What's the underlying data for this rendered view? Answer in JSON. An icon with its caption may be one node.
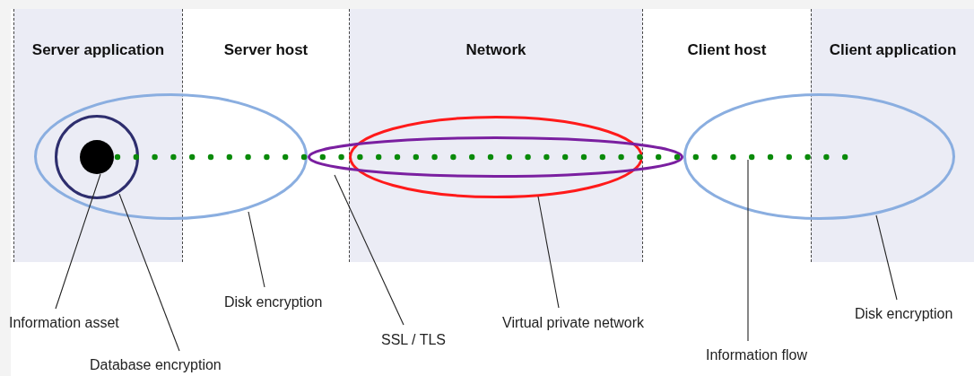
{
  "diagram": {
    "nodes": [
      {
        "text": [
          "Server application"
        ]
      },
      {
        "text": [
          "Server host"
        ]
      },
      {
        "text": [
          "Network"
        ]
      },
      {
        "text": [
          "Client host"
        ]
      },
      {
        "text": [
          "Client application"
        ]
      },
      {
        "text": [],
        "shape": "dot",
        "in": 6
      },
      {
        "text": [],
        "shape": "circle"
      },
      {
        "text": [],
        "shape": "ellipse"
      },
      {
        "text": [],
        "shape": "ellipse"
      },
      {
        "text": [],
        "shape": "ellipse",
        "in": 2
      },
      {
        "text": [],
        "shape": "ellipse"
      },
      {
        "text": [],
        "shape": "line"
      },
      {
        "text": [
          "Information asset"
        ]
      },
      {
        "text": [
          "Database encryption"
        ]
      },
      {
        "text": [
          "Disk encryption"
        ]
      },
      {
        "text": [
          "SSL / TLS"
        ]
      },
      {
        "text": [
          "Virtual private network"
        ]
      },
      {
        "text": [
          "Information flow"
        ]
      },
      {
        "text": [
          "Disk encryption"
        ]
      }
    ],
    "edges": [
      {
        "from": 12,
        "to": 5,
        "arrow": "none"
      },
      {
        "from": 13,
        "to": 6,
        "arrow": "none"
      },
      {
        "from": 14,
        "to": 7,
        "arrow": "none"
      },
      {
        "from": 15,
        "to": 8,
        "arrow": "none"
      },
      {
        "from": 16,
        "to": 9,
        "arrow": "none"
      },
      {
        "from": 17,
        "to": 11,
        "arrow": "none"
      },
      {
        "from": 18,
        "to": 10,
        "arrow": "none"
      }
    ]
  }
}
